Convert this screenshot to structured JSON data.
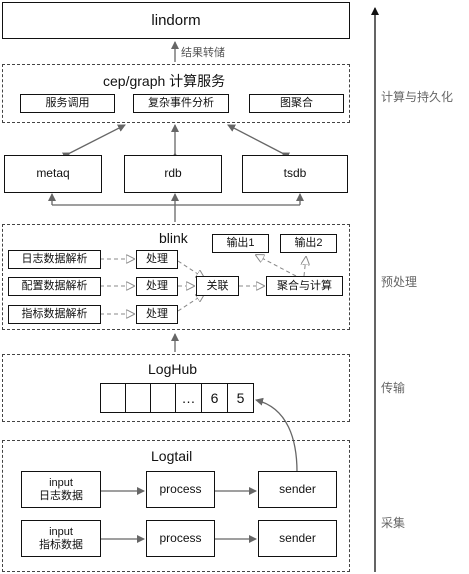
{
  "storage": {
    "lindorm": "lindorm",
    "transfer_label": "结果转储"
  },
  "compute": {
    "title": "cep/graph 计算服务",
    "services": [
      "服务调用",
      "复杂事件分析",
      "图聚合"
    ]
  },
  "stores": [
    "metaq",
    "rdb",
    "tsdb"
  ],
  "blink": {
    "title": "blink",
    "parsers": [
      "日志数据解析",
      "配置数据解析",
      "指标数据解析"
    ],
    "process": "处理",
    "join": "关联",
    "agg": "聚合与计算",
    "outputs": [
      "输出1",
      "输出2"
    ]
  },
  "loghub": {
    "title": "LogHub",
    "cells": [
      "",
      "",
      "",
      "…",
      "6",
      "5"
    ]
  },
  "logtail": {
    "title": "Logtail",
    "rows": [
      {
        "input_a": "input",
        "input_b": "日志数据",
        "process": "process",
        "sender": "sender"
      },
      {
        "input_a": "input",
        "input_b": "指标数据",
        "process": "process",
        "sender": "sender"
      }
    ]
  },
  "phases": [
    "计算与持久化",
    "预处理",
    "传输",
    "采集"
  ]
}
